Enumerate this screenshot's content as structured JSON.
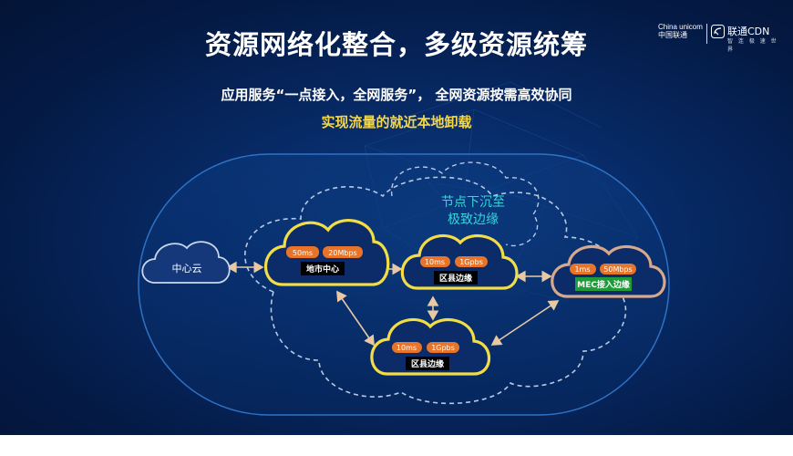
{
  "slide": {
    "title": "资源网络化整合，多级资源统筹",
    "subtitle": "应用服务“一点接入，全网服务”， 全网资源按需高效协同",
    "tagline": "实现流量的就近本地卸载"
  },
  "brand": {
    "operator": "China unicom中国联通",
    "product": "联通CDN",
    "product_slogan": "智 连 极 速 世 界"
  },
  "diagram": {
    "sink_label_line1": "节点下沉至",
    "sink_label_line2": "极致边缘",
    "center_cloud": "中心云",
    "regional_center": {
      "name": "地市中心",
      "latency": "50ms",
      "bandwidth": "20Mbps"
    },
    "district_edge_top": {
      "name": "区县边缘",
      "latency": "10ms",
      "bandwidth": "1Gpbs"
    },
    "district_edge_bottom": {
      "name": "区县边缘",
      "latency": "10ms",
      "bandwidth": "1Gpbs"
    },
    "mec": {
      "name": "MEC接入边缘",
      "latency": "1ms",
      "bandwidth": "50Mbps"
    }
  }
}
